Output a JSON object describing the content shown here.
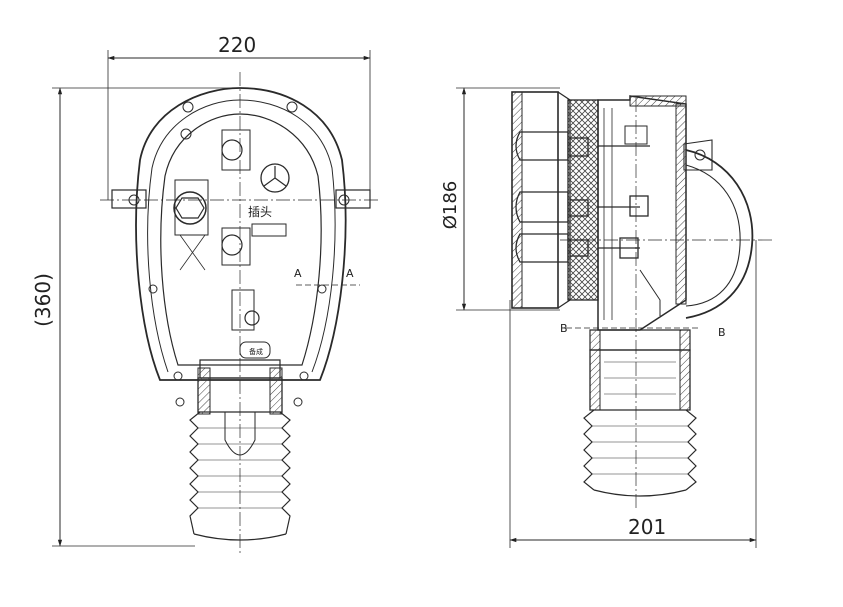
{
  "dimensions": {
    "top_width": "220",
    "left_height": "(360)",
    "side_diameter": "Ø186",
    "bottom_width": "201"
  },
  "section_marks": {
    "a_left": "A",
    "a_right": "A",
    "b_left": "B",
    "b_right": "B"
  },
  "plug_label": "插头",
  "nameplate_small": "备成",
  "colors": {
    "line": "#2a2a2a",
    "hatch": "#555555",
    "background": "#ffffff"
  }
}
